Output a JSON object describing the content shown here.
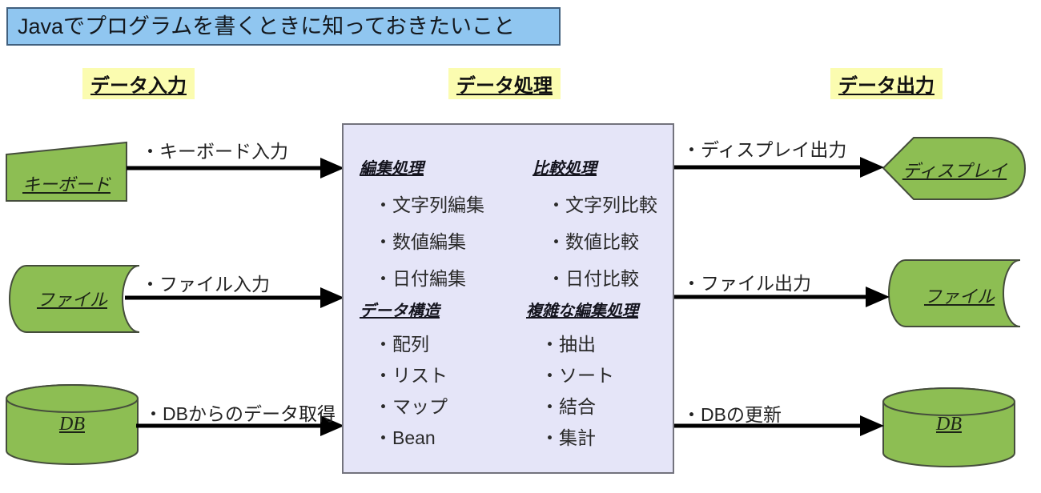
{
  "title": "Javaでプログラムを書くときに知っておきたいこと",
  "headers": {
    "input": "データ入力",
    "process": "データ処理",
    "output": "データ出力"
  },
  "inputs": [
    {
      "shape": "manual-input",
      "label": "キーボード",
      "arrow_label": "・キーボード入力"
    },
    {
      "shape": "stored-data",
      "label": "ファイル",
      "arrow_label": "・ファイル入力"
    },
    {
      "shape": "database",
      "label": "DB",
      "arrow_label": "・DBからのデータ取得"
    }
  ],
  "outputs": [
    {
      "shape": "display",
      "label": "ディスプレイ",
      "arrow_label": "・ディスプレイ出力"
    },
    {
      "shape": "stored-data",
      "label": "ファイル",
      "arrow_label": "・ファイル出力"
    },
    {
      "shape": "database",
      "label": "DB",
      "arrow_label": "・DBの更新"
    }
  ],
  "process_box": {
    "groups": [
      {
        "title": "編集処理",
        "items": [
          "・文字列編集",
          "・数値編集",
          "・日付編集"
        ]
      },
      {
        "title": "比較処理",
        "items": [
          "・文字列比較",
          "・数値比較",
          "・日付比較"
        ]
      },
      {
        "title": "データ構造",
        "items": [
          "・配列",
          "・リスト",
          "・マップ",
          "・Bean"
        ]
      },
      {
        "title": "複雑な編集処理",
        "items": [
          "・抽出",
          "・ソート",
          "・結合",
          "・集計"
        ]
      }
    ]
  },
  "colors": {
    "title_bg": "#90c6f0",
    "title_border": "#41607e",
    "header_highlight": "#fbfcb0",
    "shape_fill": "#8dbe53",
    "shape_border": "#454d3c",
    "process_bg": "#e5e5f8",
    "process_border": "#73737d",
    "arrow": "#000000"
  }
}
